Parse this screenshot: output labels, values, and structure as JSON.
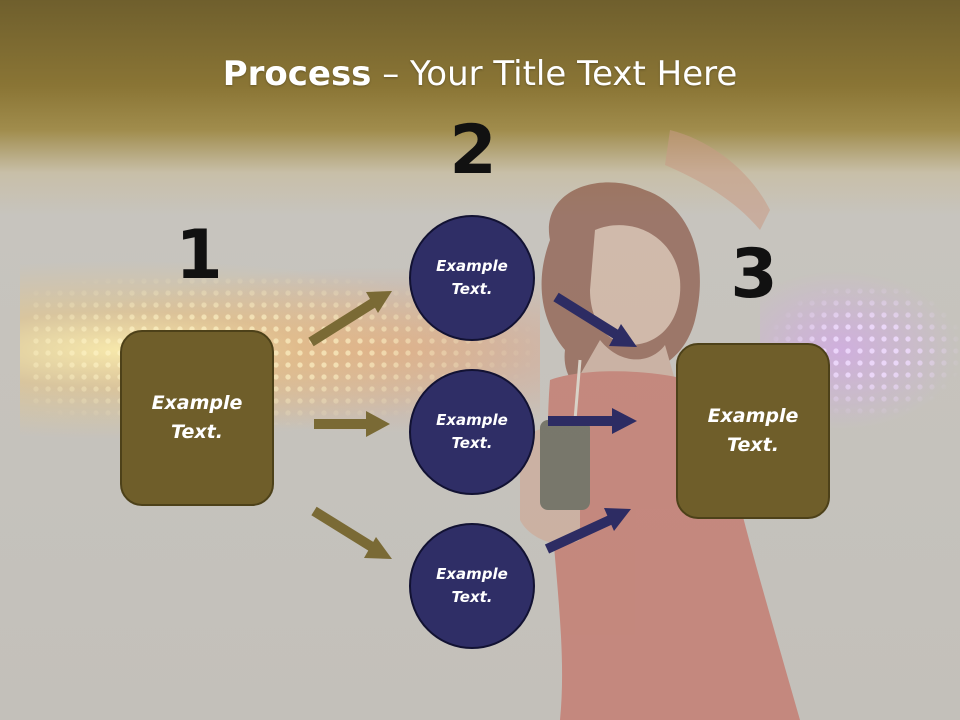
{
  "title": {
    "bold": "Process",
    "rest": " – Your Title Text Here"
  },
  "steps": {
    "one": {
      "number": "1",
      "text": "Example\nText."
    },
    "two": {
      "number": "2",
      "top": "Example\nText.",
      "middle": "Example\nText.",
      "bottom": "Example\nText."
    },
    "three": {
      "number": "3",
      "text": "Example\nText."
    }
  },
  "colors": {
    "box_fill": "#6f5e2a",
    "circle_fill": "#2f2e66",
    "arrow_gold": "#7a6a35",
    "arrow_navy": "#2d2c63"
  }
}
